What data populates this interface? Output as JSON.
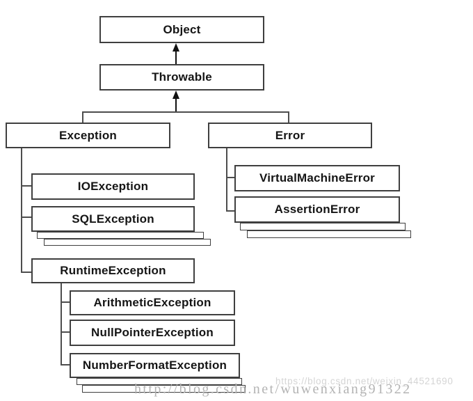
{
  "diagram": {
    "type": "class-hierarchy",
    "subject": "Java Throwable class hierarchy",
    "nodes": {
      "object": {
        "label": "Object",
        "parent": null
      },
      "throwable": {
        "label": "Throwable",
        "parent": "Object"
      },
      "exception": {
        "label": "Exception",
        "parent": "Throwable"
      },
      "error": {
        "label": "Error",
        "parent": "Throwable"
      },
      "ioexception": {
        "label": "IOException",
        "parent": "Exception"
      },
      "sqlexception": {
        "label": "SQLException",
        "parent": "Exception"
      },
      "runtimeexception": {
        "label": "RuntimeException",
        "parent": "Exception"
      },
      "arithmeticexception": {
        "label": "ArithmeticException",
        "parent": "RuntimeException"
      },
      "nullpointerexception": {
        "label": "NullPointerException",
        "parent": "RuntimeException"
      },
      "numberformatexception": {
        "label": "NumberFormatException",
        "parent": "RuntimeException"
      },
      "virtualmachineerror": {
        "label": "VirtualMachineError",
        "parent": "Error"
      },
      "assertionerror": {
        "label": "AssertionError",
        "parent": "Error"
      }
    },
    "placeholder_stacks": {
      "under_sqlexception": 2,
      "under_assertionerror": 2,
      "under_numberformatexception": 2
    }
  },
  "watermarks": {
    "primary": "http://blog.csdn.net/wuwenxiang91322",
    "secondary": "https://blog.csdn.net/weixin_44521690"
  },
  "colors": {
    "box_fill": "#ffffff",
    "box_border": "#3f3f3f",
    "connector": "#4d4d4d",
    "arrow": "#111111",
    "text": "#151515",
    "watermark_primary": "#b3b3b3",
    "watermark_secondary": "#d5d5d5"
  }
}
